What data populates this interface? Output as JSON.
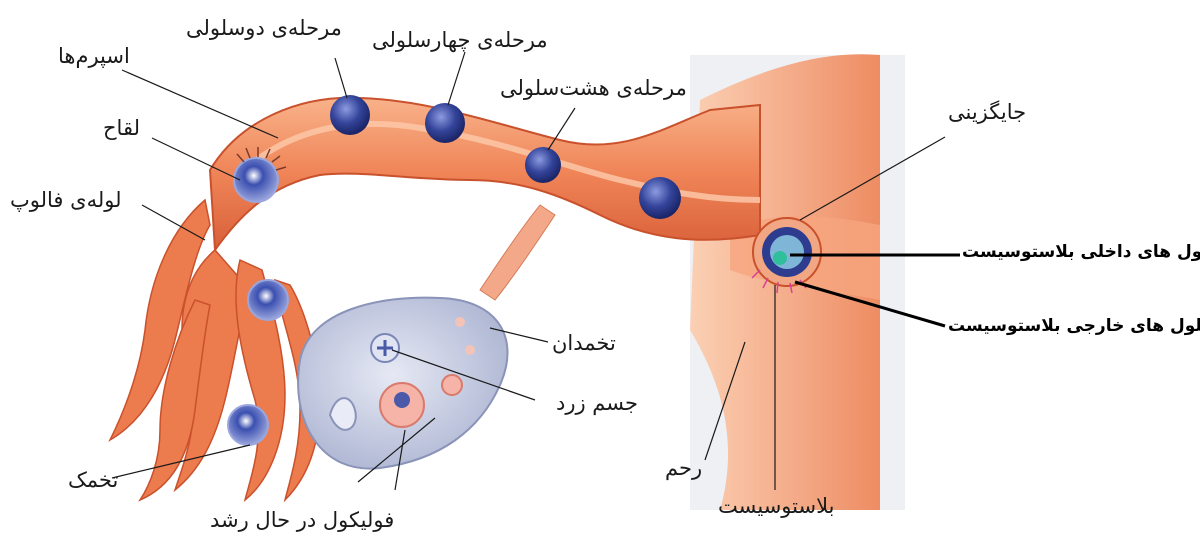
{
  "labels": {
    "sperms": "اسپرم‌ها",
    "two_cell": "مرحله‌ی دوسلولی",
    "four_cell": "مرحله‌ی چهارسلولی",
    "eight_cell": "مرحله‌ی هشت‌سلولی",
    "fertilization": "لقاح",
    "fallopian_tube": "لوله‌ی فالوپ",
    "implantation": "جایگزینی",
    "inner_cells": "سلول های داخلی بلاستوسیست",
    "outer_cells": "سلول های خارجی بلاستوسیست",
    "ovary": "تخمدان",
    "corpus_luteum": "جسم زرد",
    "uterus": "رحم",
    "egg": "تخمک",
    "growing_follicle": "فولیکول در حال رشد",
    "blastocyst": "بلاستوسیست"
  },
  "colors": {
    "tube": "#f08a5d",
    "tube_dark": "#d9603a",
    "tube_light": "#f8b891",
    "ovary": "#cdd3e6",
    "cell": "#2b3a8c",
    "cell_light": "#6f7fcf",
    "uterus_bg": "#eef0f4",
    "line": "#1a1a1a"
  }
}
